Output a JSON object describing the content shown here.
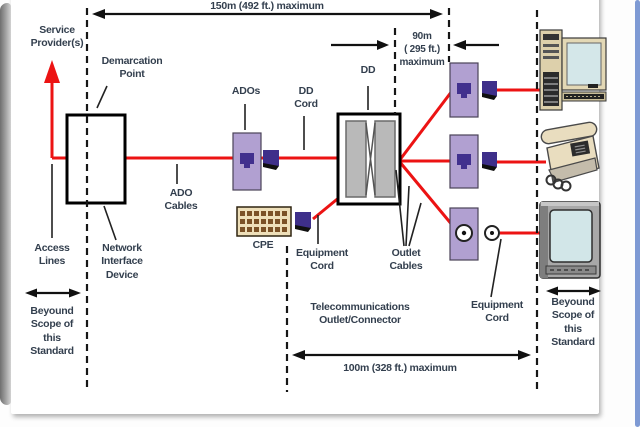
{
  "labels": {
    "service_providers": "Service\nProvider(s)",
    "distance_top": "150m (492 ft.) maximum",
    "demarcation_point": "Demarcation\nPoint",
    "ados": "ADOs",
    "dd_cord": "DD\nCord",
    "dd": "DD",
    "distance_mid": "90m\n( 295 ft.)\nmaximum",
    "ado_cables": "ADO\nCables",
    "cpe": "CPE",
    "equipment_cord_left": "Equipment\nCord",
    "outlet_cables": "Outlet\nCables",
    "telecom_outlet": "Telecommunications\nOutlet/Connector",
    "equipment_cord_right": "Equipment\nCord",
    "distance_bottom": "100m (328 ft.) maximum",
    "access_lines": "Access\nLines",
    "network_interface_device": "Network\nInterface\nDevice",
    "beyond_scope_left": "Beyound\nScope of\nthis\nStandard",
    "beyond_scope_right": "Beyound\nScope of\nthis\nStandard"
  },
  "colors": {
    "cable_red": "#ec1313",
    "outlet_fill": "#b1a0d1",
    "plug_purple": "#3e2f8a",
    "jack_purple": "#41308e",
    "text_dark_slate": "#333f4e",
    "panel_border_blue": "#7e9ad4",
    "cpe_fill": "#eedfb9",
    "cpe_stripe": "#7b5126",
    "dd_bar_gray": "#b9b9b9"
  },
  "icons": {
    "computer": "desktop-computer-icon",
    "phone": "telephone-icon",
    "tv": "television-icon",
    "jack": "rj45-jack-icon",
    "plug": "rj45-plug-icon",
    "coax_outlet": "coax-connector-icon",
    "coax_plug": "coax-plug-icon",
    "service_arrow": "red-up-arrow-icon"
  }
}
